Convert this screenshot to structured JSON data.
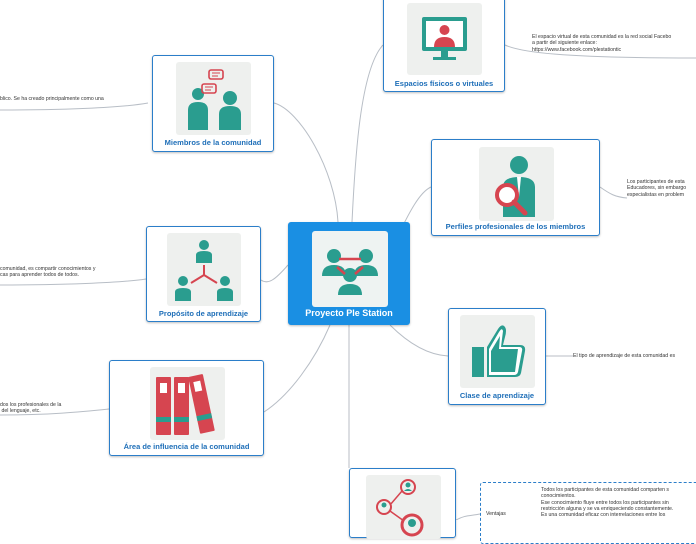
{
  "central": {
    "title": "Proyecto Ple Station",
    "icon": "group-network-icon"
  },
  "branches": {
    "espacios": {
      "title": "Espacios físicos o virtuales",
      "icon": "video-presenter-icon",
      "note": "El espacio virtual de esta comunidad es la red social Facebo\na partir del siguiente enlace:\nhttps://www.facebook.com/plestationtic"
    },
    "miembros": {
      "title": "Miembros de la comunidad",
      "icon": "people-talking-icon",
      "note": "blico. Se ha creado principalmente como una"
    },
    "perfiles": {
      "title": "Perfiles profesionales de los miembros",
      "icon": "person-search-icon",
      "note": "Los participantes de esta\nEducadores, sin embargo\nespecialistas en problem"
    },
    "proposito": {
      "title": "Propósito de aprendizaje",
      "icon": "hierarchy-people-icon",
      "note": "comunidad, es compartir conocimientos y\ncas para aprender todos de todos."
    },
    "clase": {
      "title": "Clase de aprendizaje",
      "icon": "thumbs-up-icon",
      "note": "El tipo de aprendizaje de esta comunidad es"
    },
    "area": {
      "title": "Área de influencia de la comunidad",
      "icon": "binders-icon",
      "note": "dos los profesionales de la\n del lenguaje, etc."
    },
    "bottom": {
      "title": "",
      "icon": "people-connection-icon",
      "label": "Ventajas",
      "note": "Todos los participantes de esta comunidad comparten s\nconocimientos.\nEse conocimiento fluye entre todos los participantes sin\nrestricción alguna y se va enriqueciendo constantemente.\nEs una comunidad eficaz con interrelaciones entre los"
    }
  },
  "colors": {
    "accent": "#1a8fe3",
    "border": "#2b7ec9",
    "teal": "#2a9d8f",
    "red": "#d64550",
    "tile": "#eef0ee"
  }
}
